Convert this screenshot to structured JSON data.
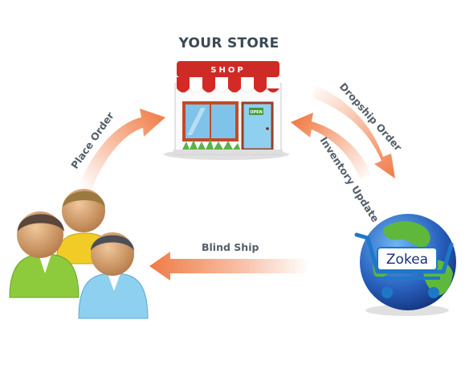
{
  "title": "YOUR STORE",
  "shop": {
    "sign": "SHOP",
    "open_sign": "OPEN"
  },
  "brand": "Zokea",
  "edges": {
    "place_order": "Place Order",
    "dropship_order": "Dropship Order",
    "inventory_update": "Inventory Update",
    "blind_ship": "Blind Ship"
  },
  "colors": {
    "arrow": "#f07a44",
    "awning_red": "#d42a25",
    "globe_blue": "#1f4fa8",
    "cart_blue": "#1e78c8"
  },
  "icons": {
    "store": "storefront-icon",
    "customers": "customers-icon",
    "supplier": "globe-cart-icon"
  }
}
